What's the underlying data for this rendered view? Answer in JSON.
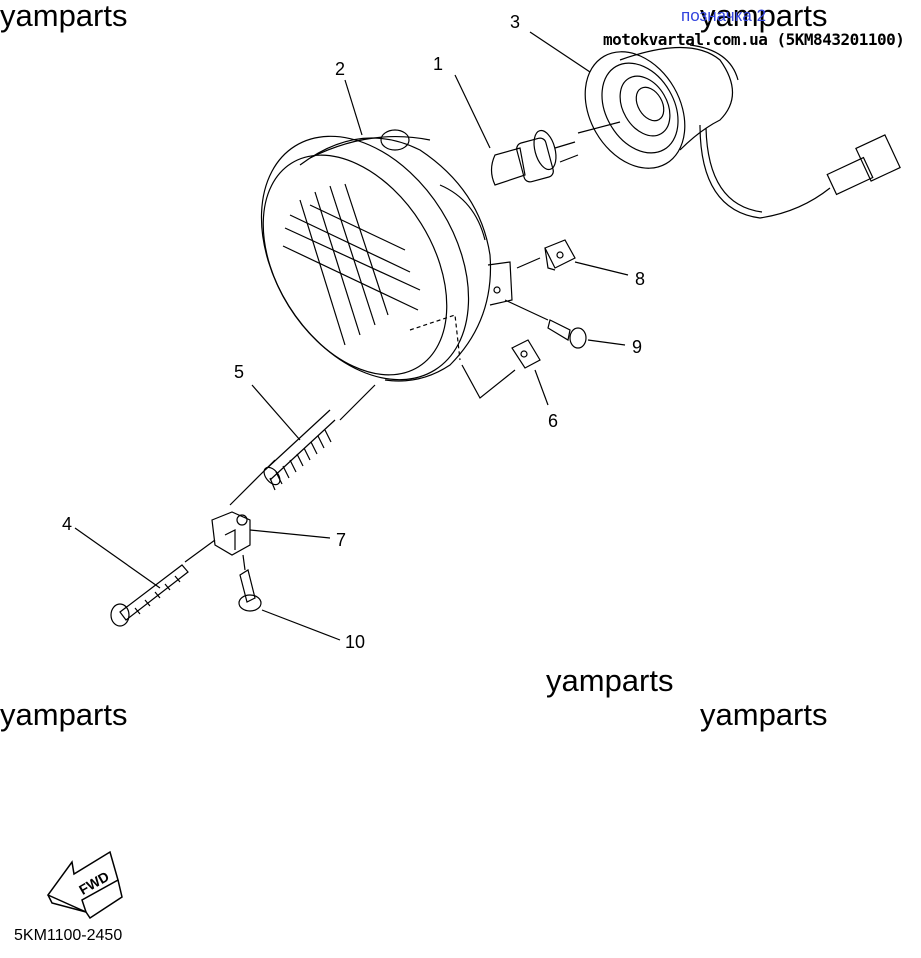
{
  "header": {
    "title_link": "позначка 2",
    "source_line": "motokvartal.com.ua (5KM843201100)"
  },
  "watermarks": [
    "yamparts",
    "yamparts",
    "yamparts",
    "yamparts",
    "yamparts"
  ],
  "callouts": {
    "c1": "1",
    "c2": "2",
    "c3": "3",
    "c4": "4",
    "c5": "5",
    "c6": "6",
    "c7": "7",
    "c8": "8",
    "c9": "9",
    "c10": "10"
  },
  "direction_arrow": {
    "label": "FWD"
  },
  "diagram_code": "5KM1100-2450"
}
